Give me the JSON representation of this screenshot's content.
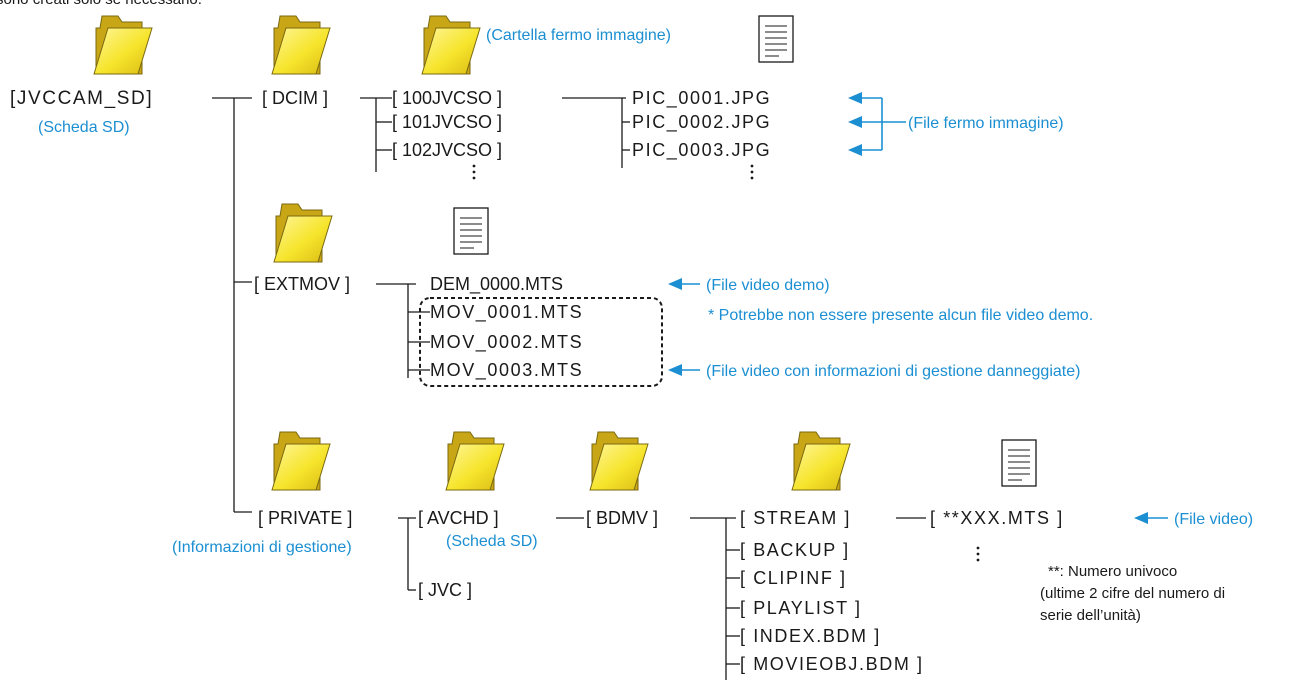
{
  "note_top": "sono creati solo se necessario.",
  "root": {
    "label": "[JVCCAM_SD]",
    "caption": "(Scheda SD)"
  },
  "dcim": {
    "label": "[ DCIM ]",
    "folder_caption": "(Cartella fermo immagine)",
    "subfolders": [
      "[ 100JVCSO ]",
      "[ 101JVCSO ]",
      "[ 102JVCSO ]"
    ],
    "files": [
      "PIC_0001.JPG",
      "PIC_0002.JPG",
      "PIC_0003.JPG"
    ],
    "files_caption": "(File fermo immagine)"
  },
  "extmov": {
    "label": "[ EXTMOV ]",
    "demo_file": "DEM_0000.MTS",
    "demo_caption": "(File video demo)",
    "demo_note": "* Potrebbe non essere presente alcun file video demo.",
    "files": [
      "MOV_0001.MTS",
      "MOV_0002.MTS",
      "MOV_0003.MTS"
    ],
    "damaged_caption": "(File video con informazioni di gestione danneggiate)"
  },
  "private": {
    "label": "[ PRIVATE ]",
    "caption": "(Informazioni di gestione)",
    "avchd": {
      "label": "[ AVCHD ]",
      "caption": "(Scheda SD)"
    },
    "jvc": "[ JVC ]",
    "bdmv": "[ BDMV ]",
    "bdmv_items": [
      "[ STREAM ]",
      "[ BACKUP ]",
      "[ CLIPINF ]",
      "[ PLAYLIST ]",
      "[ INDEX.BDM ]",
      "[ MOVIEOBJ.BDM ]"
    ],
    "stream_file": "[ **XXX.MTS ]",
    "video_caption": "(File video)",
    "unique_note": [
      "**: Numero univoco",
      "(ultime 2 cifre del numero di",
      "serie dell’unità)"
    ]
  },
  "colors": {
    "accent_blue": "#1b8fd2",
    "folder_yellow": "#f6e52c",
    "folder_outline": "#7a6a10"
  },
  "icons": [
    "folder-icon",
    "document-icon",
    "arrow-left-icon"
  ]
}
